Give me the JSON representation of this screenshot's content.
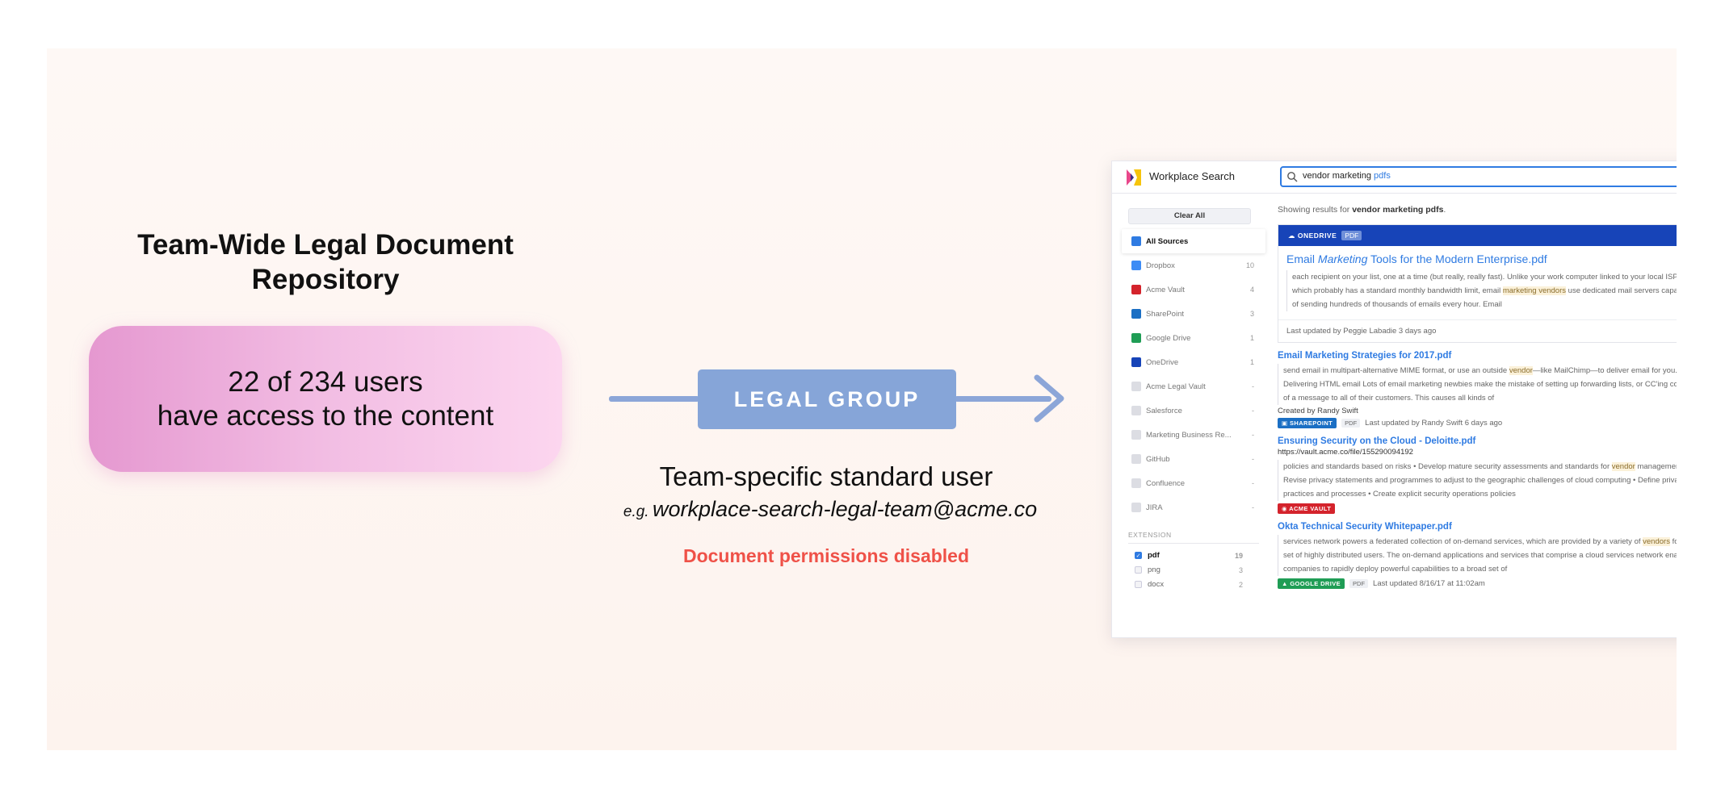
{
  "left": {
    "title": "Team-Wide Legal Document Repository",
    "pill_main": "22 of 234 users",
    "pill_sub": "have access to the content"
  },
  "middle": {
    "group_label": "LEGAL GROUP",
    "title": "Team-specific standard user",
    "email_prefix": "e.g.",
    "email": "workplace-search-legal-team@acme.co",
    "warning": "Document permissions disabled"
  },
  "colors": {
    "group_box": "#86a5d8",
    "warning": "#ef5148",
    "accent": "#2f7be2"
  },
  "app": {
    "brand": "Workplace Search",
    "search_value_plain": "vendor marketing ",
    "search_value_highlight": "pdfs",
    "clear_all": "Clear All",
    "sources": [
      {
        "label": "All Sources",
        "count": "",
        "icon": "all-sources-icon",
        "color": "#2f7be2"
      },
      {
        "label": "Dropbox",
        "count": "10",
        "icon": "dropbox-icon",
        "color": "#3d8cf5"
      },
      {
        "label": "Acme Vault",
        "count": "4",
        "icon": "acme-vault-icon",
        "color": "#d4232c"
      },
      {
        "label": "SharePoint",
        "count": "3",
        "icon": "sharepoint-icon",
        "color": "#1b6fc4"
      },
      {
        "label": "Google Drive",
        "count": "1",
        "icon": "google-drive-icon",
        "color": "#1f9d55"
      },
      {
        "label": "OneDrive",
        "count": "1",
        "icon": "onedrive-icon",
        "color": "#1744b8"
      },
      {
        "label": "Acme Legal Vault",
        "count": "-",
        "icon": "acme-legal-vault-icon",
        "color": "#dcdde3"
      },
      {
        "label": "Salesforce",
        "count": "-",
        "icon": "salesforce-icon",
        "color": "#dcdde3"
      },
      {
        "label": "Marketing Business Re...",
        "count": "-",
        "icon": "marketing-business-icon",
        "color": "#dcdde3"
      },
      {
        "label": "GitHub",
        "count": "-",
        "icon": "github-icon",
        "color": "#dcdde3"
      },
      {
        "label": "Confluence",
        "count": "-",
        "icon": "confluence-icon",
        "color": "#dcdde3"
      },
      {
        "label": "JIRA",
        "count": "-",
        "icon": "jira-icon",
        "color": "#dcdde3"
      }
    ],
    "extension_label": "EXTENSION",
    "extensions": [
      {
        "label": "pdf",
        "count": "19",
        "checked": true
      },
      {
        "label": "png",
        "count": "3",
        "checked": false
      },
      {
        "label": "docx",
        "count": "2",
        "checked": false
      }
    ],
    "showing_prefix": "Showing results for ",
    "showing_query": "vendor marketing pdfs",
    "showing_suffix": ".",
    "featured": {
      "source_tag": "ONEDRIVE",
      "type_tag": "PDF",
      "title_pre": "Email ",
      "title_em": "Marketing",
      "title_post": " Tools for the Modern Enterprise.pdf",
      "snippet_1": "each recipient on your list, one at a time (but really, really fast). Unlike your work computer linked to your local ISP, which probably has a standard monthly bandwidth limit, email ",
      "snippet_hl": "marketing vendors",
      "snippet_2": " use dedicated mail servers capable of sending hundreds of thousands of emails every hour. Email",
      "footer": "Last updated by Peggie Labadie 3 days ago"
    },
    "results": [
      {
        "title": "Email Marketing Strategies for 2017.pdf",
        "snippet_1": "send email in multipart-alternative MIME format, or use an outside ",
        "snippet_hl": "vendor",
        "snippet_2": "—like MailChimp—to deliver email for you. Delivering HTML email Lots of email marketing newbies make the mistake of setting up forwarding lists, or CC'ing copies of a message to all of their customers. This causes all kinds of",
        "created": "Created by Randy Swift",
        "badge": "SHAREPOINT",
        "type": "PDF",
        "meta": "Last updated by Randy Swift 6 days ago"
      },
      {
        "title": "Ensuring Security on the Cloud - Deloitte.pdf",
        "url": "https://vault.acme.co/file/155290094192",
        "snippet_1": "policies and standards based on risks • Develop mature security assessments and standards for ",
        "snippet_hl": "vendor",
        "snippet_2": " management • Revise privacy statements and programmes to adjust to the geographic challenges of cloud computing • Define privacy practices and processes • Create explicit security operations policies",
        "badge": "ACME VAULT"
      },
      {
        "title": "Okta Technical Security Whitepaper.pdf",
        "snippet_1": "services network powers a federated collection of on-demand services, which are provided by a variety of ",
        "snippet_hl": "vendors",
        "snippet_2": " for a set of highly distributed users. The on-demand applications and services that comprise a cloud services network enable companies to rapidly deploy powerful capabilities to a broad set of",
        "badge": "GOOGLE DRIVE",
        "type": "PDF",
        "meta": "Last updated 8/16/17 at 11:02am"
      }
    ]
  }
}
